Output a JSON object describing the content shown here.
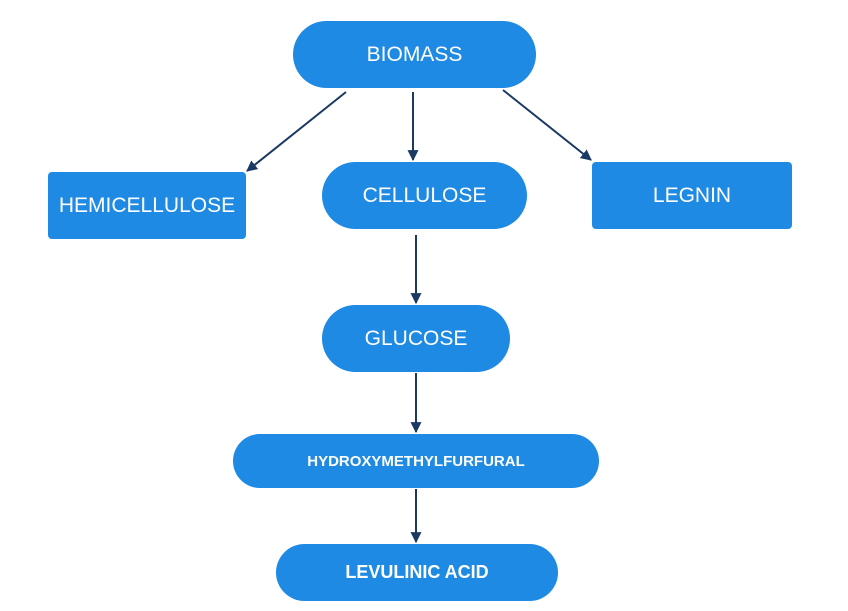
{
  "diagram": {
    "type": "flowchart",
    "colors": {
      "node_fill": "#1e8ae3",
      "node_text": "#ffffff",
      "arrow": "#1b3a63",
      "background": "#ffffff"
    },
    "nodes": [
      {
        "id": "biomass",
        "label": "BIOMASS",
        "shape": "pill"
      },
      {
        "id": "hemicellulose",
        "label": "HEMICELLULOSE",
        "shape": "rect"
      },
      {
        "id": "cellulose",
        "label": "CELLULOSE",
        "shape": "pill"
      },
      {
        "id": "legnin",
        "label": "LEGNIN",
        "shape": "rect"
      },
      {
        "id": "glucose",
        "label": "GLUCOSE",
        "shape": "pill"
      },
      {
        "id": "hmf",
        "label": "HYDROXYMETHYLFURFURAL",
        "shape": "pill"
      },
      {
        "id": "levulinic",
        "label": "LEVULINIC ACID",
        "shape": "pill"
      }
    ],
    "edges": [
      {
        "from": "biomass",
        "to": "hemicellulose"
      },
      {
        "from": "biomass",
        "to": "cellulose"
      },
      {
        "from": "biomass",
        "to": "legnin"
      },
      {
        "from": "cellulose",
        "to": "glucose"
      },
      {
        "from": "glucose",
        "to": "hmf"
      },
      {
        "from": "hmf",
        "to": "levulinic"
      }
    ]
  }
}
